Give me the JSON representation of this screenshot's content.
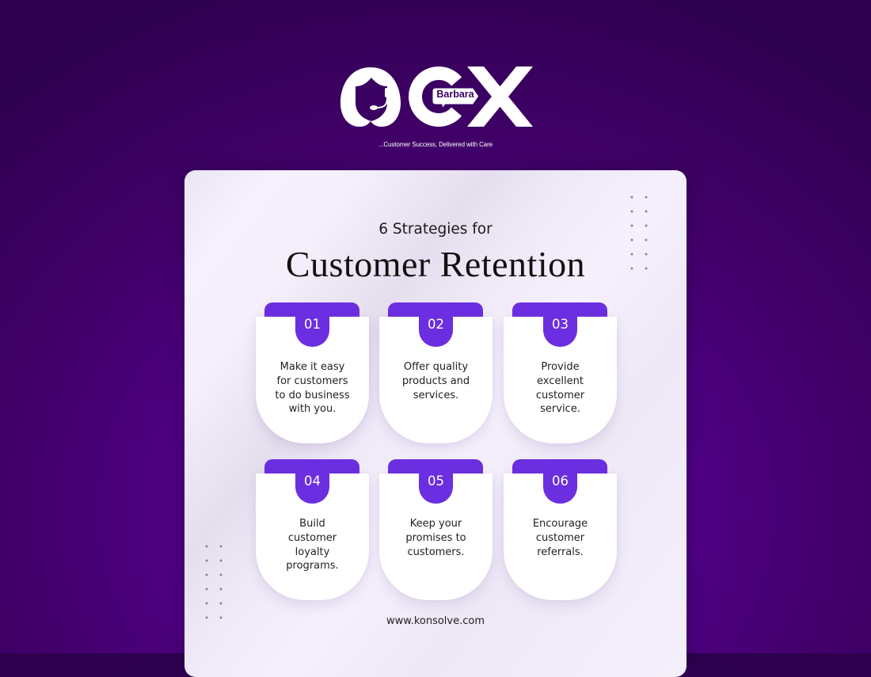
{
  "logo": {
    "brand_name": "Barbara",
    "letters": "CX",
    "tagline": "...Customer Success, Delivered with Care",
    "icon": "agent-headset-icon"
  },
  "title": {
    "line1": "6 Strategies for",
    "line2": "Customer Retention"
  },
  "strategies": [
    {
      "number": "01",
      "lines": [
        "Make it easy",
        "for customers",
        "to do business",
        "with you."
      ]
    },
    {
      "number": "02",
      "lines": [
        "Offer quality",
        "products and",
        "services."
      ]
    },
    {
      "number": "03",
      "lines": [
        "Provide",
        "excellent",
        "customer",
        "service."
      ]
    },
    {
      "number": "04",
      "lines": [
        "Build",
        "customer",
        "loyalty",
        "programs."
      ]
    },
    {
      "number": "05",
      "lines": [
        "Keep your",
        "promises to",
        "customers."
      ]
    },
    {
      "number": "06",
      "lines": [
        "Encourage",
        "customer",
        "referrals."
      ]
    }
  ],
  "footer": {
    "url": "www.konsolve.com"
  },
  "colors": {
    "accent_purple": "#6b2ee0",
    "background_dark": "#2e004f",
    "background_mid": "#5f0a9e",
    "panel": "#f3eefa",
    "text": "#1b1b1b"
  }
}
